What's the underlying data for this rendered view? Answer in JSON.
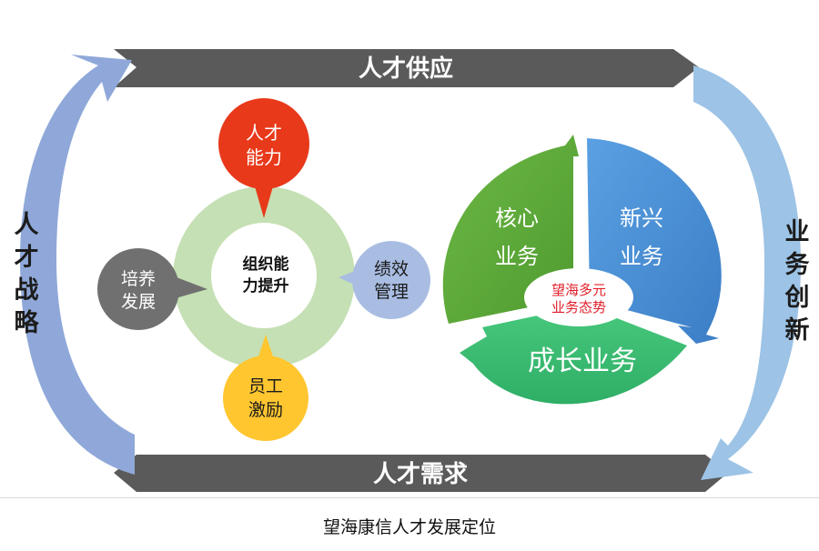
{
  "arrows": {
    "top_label": "人才供应",
    "bottom_label": "人才需求",
    "left_label": "人才战略",
    "right_label": "业务创新"
  },
  "org": {
    "center_label_line1": "组织能",
    "center_label_line2": "力提升",
    "nodes": {
      "top_line1": "人才",
      "top_line2": "能力",
      "right_line1": "绩效",
      "right_line2": "管理",
      "bottom_line1": "员工",
      "bottom_line2": "激励",
      "left_line1": "培养",
      "left_line2": "发展"
    }
  },
  "business": {
    "core_line1": "核心",
    "core_line2": "业务",
    "emerging_line1": "新兴",
    "emerging_line2": "业务",
    "growth_label": "成长业务",
    "center_line1": "望海多元",
    "center_line2": "业务态势"
  },
  "caption": "望海康信人才发展定位",
  "colors": {
    "band_gray": "#595959",
    "left_arc_blue": "#8fa8d9",
    "right_arc_blue": "#9dc3e6",
    "ring_green": "#c5e0b4",
    "talent_red": "#e8391a",
    "performance_blue": "#a9bde3",
    "incentive_yellow": "#ffc630",
    "training_gray": "#707070",
    "core_green": "#5ea63b",
    "emerging_blue": "#4b8fd6",
    "growth_green": "#3fbf74",
    "center_text_red": "#e0202a"
  }
}
